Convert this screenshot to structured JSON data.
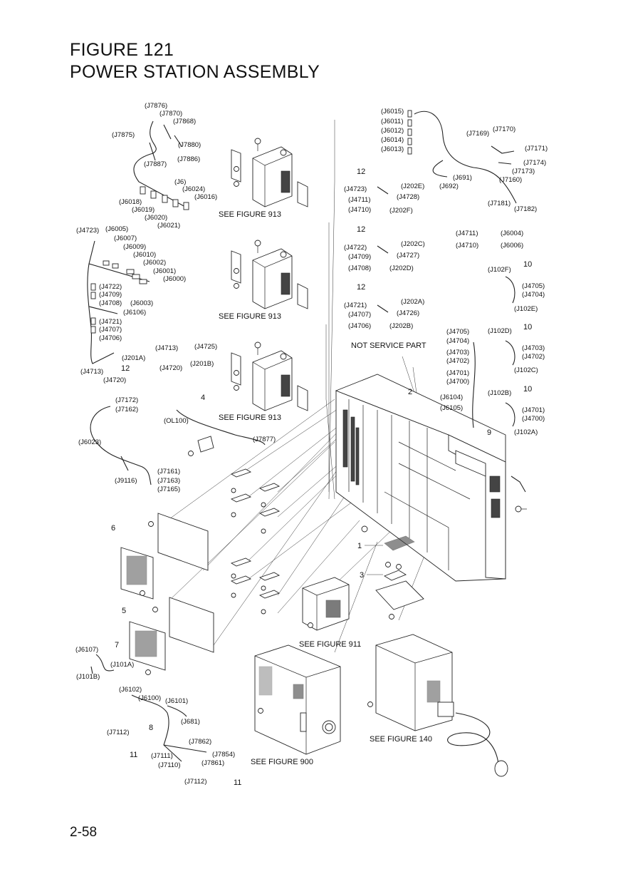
{
  "title_line1": "FIGURE 121",
  "title_line2": "POWER STATION ASSEMBLY",
  "page_number": "2-58",
  "see_figure_913_a": "SEE FIGURE 913",
  "see_figure_913_b": "SEE FIGURE 913",
  "see_figure_913_c": "SEE FIGURE 913",
  "see_figure_911": "SEE FIGURE 911",
  "see_figure_900": "SEE FIGURE 900",
  "see_figure_140": "SEE FIGURE 140",
  "not_service_part": "NOT SERVICE PART",
  "callouts": {
    "c1": "1",
    "c2": "2",
    "c3": "3",
    "c4": "4",
    "c5": "5",
    "c6": "6",
    "c7": "7",
    "c8": "8",
    "c9": "9",
    "c10a": "10",
    "c10b": "10",
    "c10c": "10",
    "c11a": "11",
    "c11b": "11",
    "c12a": "12",
    "c12b": "12",
    "c12c": "12",
    "c12d": "12"
  },
  "connectors": {
    "j7876": "(J7876)",
    "j7870": "(J7870)",
    "j7868": "(J7868)",
    "j7875": "(J7875)",
    "j7880": "(J7880)",
    "j7887": "(J7887)",
    "j7886": "(J7886)",
    "j6": "(J6)",
    "j6024": "(J6024)",
    "j6016": "(J6016)",
    "j6018": "(J6018)",
    "j6019": "(J6019)",
    "j6020": "(J6020)",
    "j6021": "(J6021)",
    "j4723a": "(J4723)",
    "j6005": "(J6005)",
    "j6007": "(J6007)",
    "j6009": "(J6009)",
    "j6010": "(J6010)",
    "j6002": "(J6002)",
    "j6001": "(J6001)",
    "j6000": "(J6000)",
    "j4722a": "(J4722)",
    "j4709a": "(J4709)",
    "j4708a": "(J4708)",
    "j6003": "(J6003)",
    "j6106": "(J6106)",
    "j4721a": "(J4721)",
    "j4707a": "(J4707)",
    "j4706a": "(J4706)",
    "j201a_l": "(J201A)",
    "j4713a": "(J4713)",
    "j4720a": "(J4720)",
    "j4713b": "(J4713)",
    "j4725": "(J4725)",
    "j4720b": "(J4720)",
    "j201b": "(J201B)",
    "j7172": "(J7172)",
    "j7162": "(J7162)",
    "ol100": "(OL100)",
    "j6023": "(J6023)",
    "j7877": "(J7877)",
    "j7161": "(J7161)",
    "j9116": "(J9116)",
    "j7163": "(J7163)",
    "j7165": "(J7165)",
    "j6107": "(J6107)",
    "j101a": "(J101A)",
    "j101b": "(J101B)",
    "j6102": "(J6102)",
    "j6100": "(J6100)",
    "j6101": "(J6101)",
    "j681": "(J681)",
    "j7112a": "(J7112)",
    "j7862": "(J7862)",
    "j7111": "(J7111)",
    "j7854": "(J7854)",
    "j7110": "(J7110)",
    "j7861": "(J7861)",
    "j7112b": "(J7112)",
    "j6015": "(J6015)",
    "j6011": "(J6011)",
    "j6012": "(J6012)",
    "j6014": "(J6014)",
    "j6013": "(J6013)",
    "j7169": "(J7169)",
    "j7170": "(J7170)",
    "j7171": "(J7171)",
    "j7174": "(J7174)",
    "j7173": "(J7173)",
    "j691": "(J691)",
    "j7160": "(J7160)",
    "j692": "(J692)",
    "j7181": "(J7181)",
    "j7182": "(J7182)",
    "j4723b": "(J4723)",
    "j202e": "(J202E)",
    "j4728": "(J4728)",
    "j4711a": "(J4711)",
    "j4710a": "(J4710)",
    "j202f": "(J202F)",
    "j4722b": "(J4722)",
    "j202c": "(J202C)",
    "j4709b": "(J4709)",
    "j4727": "(J4727)",
    "j4708b": "(J4708)",
    "j202d": "(J202D)",
    "j4721b": "(J4721)",
    "j202a": "(J202A)",
    "j4707b": "(J4707)",
    "j4726": "(J4726)",
    "j4706b": "(J4706)",
    "j202b": "(J202B)",
    "j4711b": "(J4711)",
    "j6004": "(J6004)",
    "j4710b": "(J4710)",
    "j6006": "(J6006)",
    "j102f": "(J102F)",
    "j4705a": "(J4705)",
    "j4704a": "(J4704)",
    "j102e": "(J102E)",
    "j4705b": "(J4705)",
    "j4704b": "(J4704)",
    "j102d": "(J102D)",
    "j4703a": "(J4703)",
    "j4702a": "(J4702)",
    "j4703b": "(J4703)",
    "j4702b": "(J4702)",
    "j102c": "(J102C)",
    "j4701a": "(J4701)",
    "j4700a": "(J4700)",
    "j6104": "(J6104)",
    "j102b": "(J102B)",
    "j6105": "(J6105)",
    "j4701b": "(J4701)",
    "j4700b": "(J4700)",
    "j102a": "(J102A)"
  }
}
